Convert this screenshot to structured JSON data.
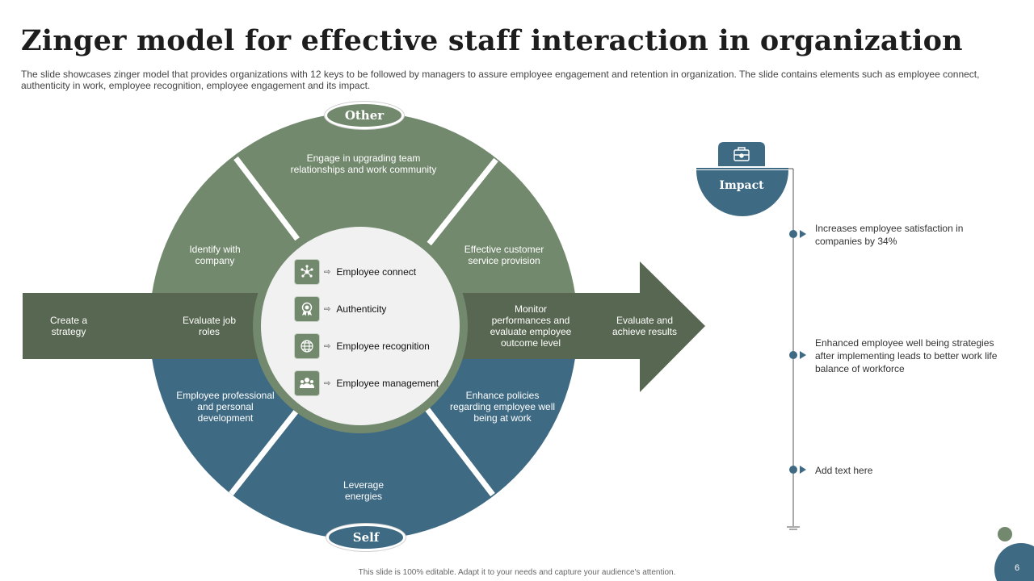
{
  "title": "Zinger model for effective staff interaction in organization",
  "subtitle": "The slide showcases zinger model that provides organizations with 12 keys to be followed by managers to assure employee engagement and retention in organization. The slide contains elements such as employee connect, authenticity in work, employee recognition, employee engagement and its impact.",
  "colors": {
    "green": "#72896d",
    "dark_green": "#586751",
    "blue": "#3e6a83",
    "center_bg": "#f1f1f1"
  },
  "badges": {
    "top": "Other",
    "bottom": "Self"
  },
  "segments": {
    "top": "Engage in upgrading team relationships and work community",
    "upper_left": "Identify with company",
    "upper_right": "Effective customer service provision",
    "mid_left": "Evaluate job roles",
    "mid_right": "Monitor performances and evaluate employee outcome level",
    "lower_left": "Employee professional and personal development",
    "lower_right": "Enhance policies regarding employee well being at work",
    "bottom": "Leverage energies"
  },
  "arrow": {
    "start": "Create a strategy",
    "end": "Evaluate and achieve results"
  },
  "center_items": [
    {
      "label": "Employee connect",
      "icon": "network-icon"
    },
    {
      "label": "Authenticity",
      "icon": "award-icon"
    },
    {
      "label": "Employee recognition",
      "icon": "globe-icon"
    },
    {
      "label": "Employee management",
      "icon": "team-icon"
    }
  ],
  "impact": {
    "label": "Impact",
    "icon": "briefcase-icon",
    "items": [
      "Increases employee satisfaction in companies by 34%",
      "Enhanced employee well being strategies after implementing leads to better work life balance of workforce",
      "Add text here"
    ]
  },
  "footer": "This slide is 100% editable. Adapt it to your needs and capture your audience's attention.",
  "page_number": "6"
}
